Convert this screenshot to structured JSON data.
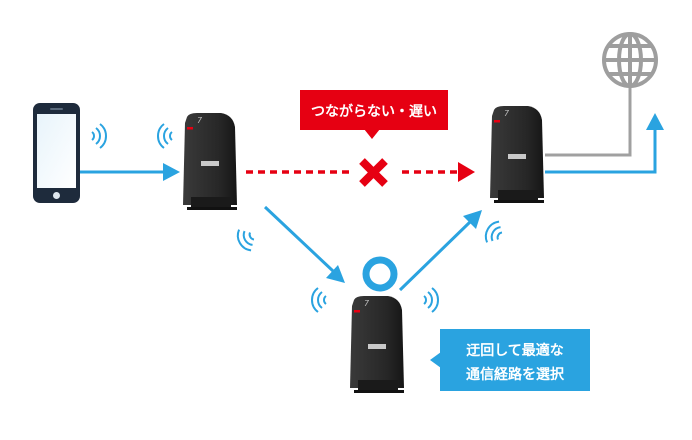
{
  "colors": {
    "accent_blue": "#2aa3e0",
    "alert_red": "#e60012",
    "wire_gray": "#a0a0a0",
    "device_dark": "#2b2b2b",
    "phone_navy": "#1e2b3c"
  },
  "callouts": {
    "problem": "つながらない・遅い",
    "solution_line1": "迂回して最適な",
    "solution_line2": "通信経路を選択"
  },
  "icons": {
    "phone": "smartphone-icon",
    "router": "wifi-router-icon",
    "internet": "globe-icon",
    "fail": "cross-icon",
    "ok": "circle-icon",
    "signal": "wifi-wave-icon"
  }
}
